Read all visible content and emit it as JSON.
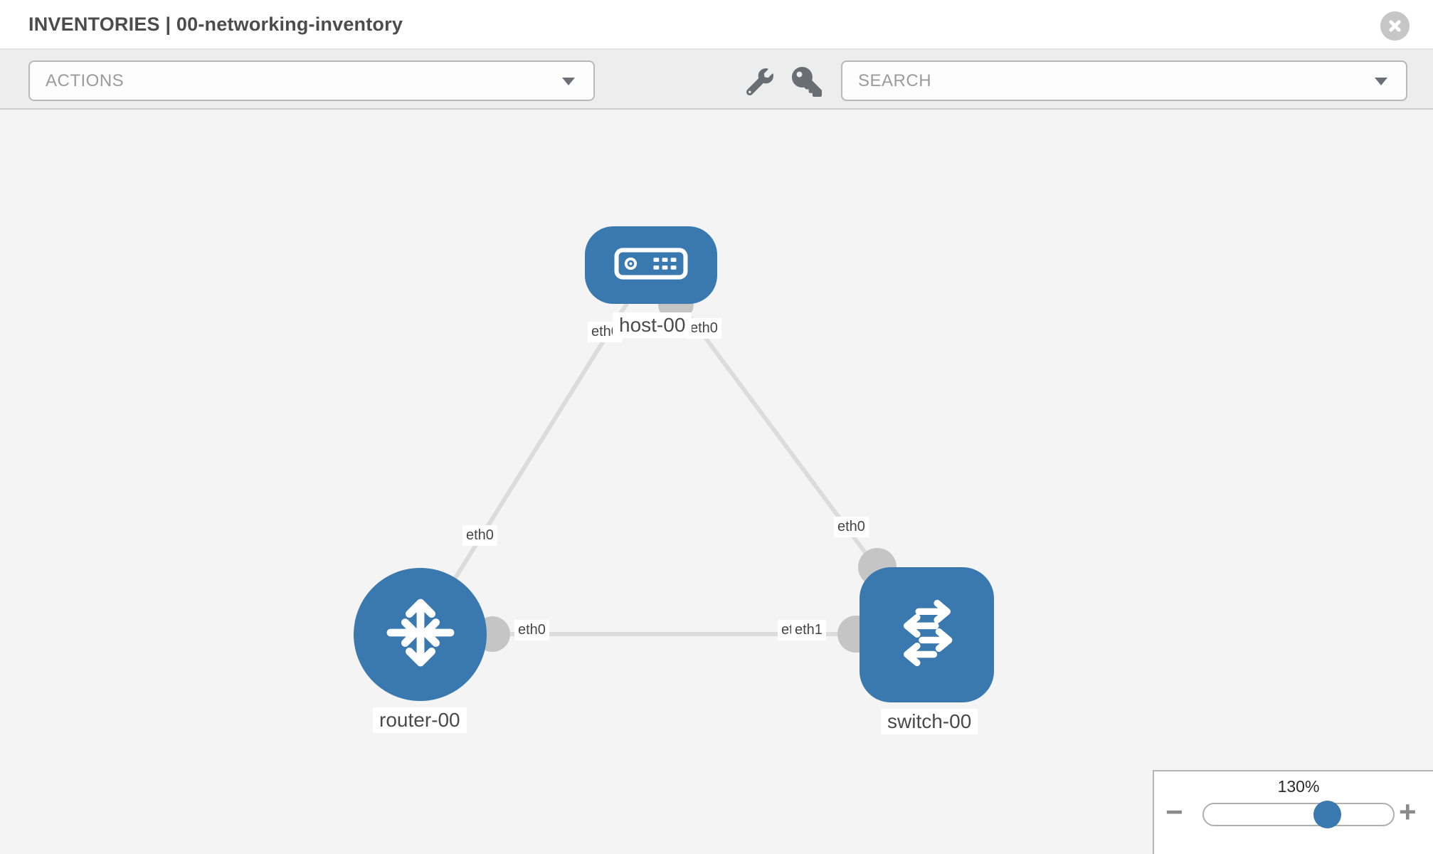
{
  "header": {
    "title": "INVENTORIES | 00-networking-inventory",
    "close_icon": "x-circle"
  },
  "toolbar": {
    "actions_label": "ACTIONS",
    "search_placeholder": "SEARCH",
    "icons": [
      "wrench",
      "key"
    ]
  },
  "diagram": {
    "nodes": [
      {
        "id": "host-00",
        "label": "host-00",
        "type": "host",
        "shape": "rounded-rect",
        "icon": "server-icon"
      },
      {
        "id": "router-00",
        "label": "router-00",
        "type": "router",
        "shape": "circle",
        "icon": "router-arrows-icon"
      },
      {
        "id": "switch-00",
        "label": "switch-00",
        "type": "switch",
        "shape": "rounded-square",
        "icon": "switch-arrows-icon"
      }
    ],
    "links": [
      {
        "from": "host-00",
        "to": "router-00",
        "from_interface": "eth0",
        "to_interface": "eth0"
      },
      {
        "from": "host-00",
        "to": "switch-00",
        "from_interface": "eth0",
        "to_interface": "eth0"
      },
      {
        "from": "router-00",
        "to": "switch-00",
        "from_interface": "eth0",
        "to_interface": "eth1"
      }
    ],
    "interface_labels": {
      "host_to_router_at_host": "eth0",
      "host_to_switch_at_host": "eth0",
      "host_to_router_at_router": "eth0",
      "host_to_switch_at_switch": "eth0",
      "router_to_switch_at_router": "eth0",
      "router_to_switch_at_switch_back": "eth0",
      "router_to_switch_at_switch_front": "eth1"
    },
    "colors": {
      "node_blue": "#3a78b0",
      "link_gray": "#dcdcdc",
      "connector_gray": "#c5c5c5"
    }
  },
  "zoom_control": {
    "value_label": "130%",
    "percent": 130,
    "minus_label": "−",
    "plus_label": "+"
  }
}
